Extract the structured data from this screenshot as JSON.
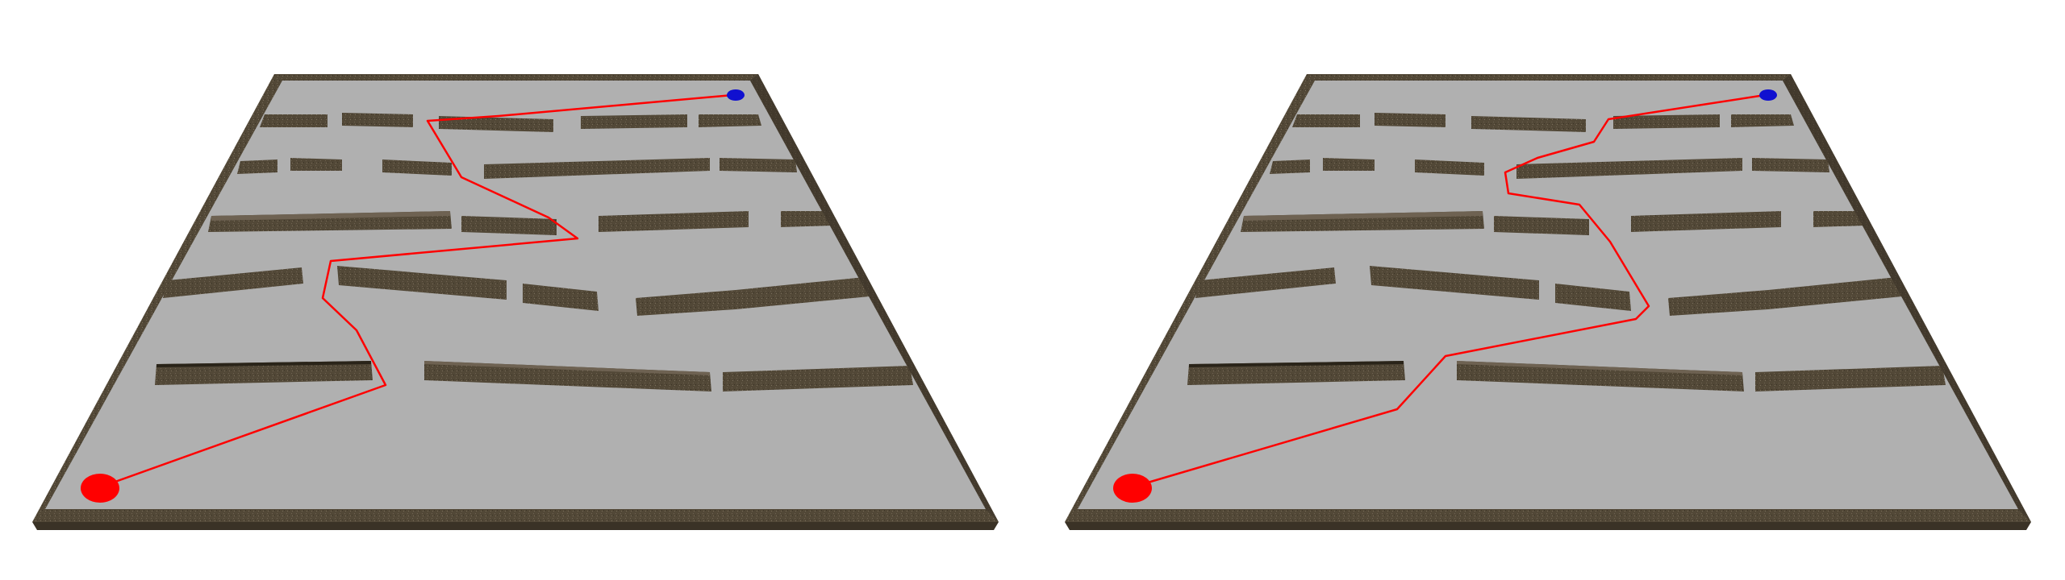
{
  "colors": {
    "background": "#ffffff",
    "floor": "#b0b0b0",
    "wall_top": "#524837",
    "wall_side": "#3a3226",
    "wall_light": "#6e6252",
    "path": "#ff0000",
    "start_marker": "#ff0000",
    "goal_marker": "#1010d0"
  },
  "icons": {
    "start": "red-ellipse-start-marker",
    "goal": "blue-ellipse-goal-marker"
  },
  "panels": [
    {
      "name": "maze-left"
    },
    {
      "name": "maze-right"
    }
  ]
}
